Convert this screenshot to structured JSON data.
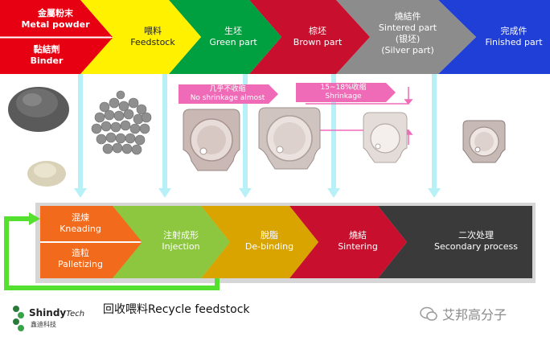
{
  "stages": {
    "metal_powder": {
      "zh": "金屬粉末",
      "en": "Metal powder"
    },
    "binder": {
      "zh": "黏結劑",
      "en": "Binder"
    },
    "feedstock": {
      "zh": "喂料",
      "en": "Feedstock"
    },
    "green_part": {
      "zh": "生坯",
      "en": "Green part"
    },
    "brown_part": {
      "zh": "棕坯",
      "en": "Brown part"
    },
    "sintered_part": {
      "zh": "燒結件",
      "en": "Sintered part",
      "alt_zh": "(银坯)",
      "alt_en": "(Silver part)"
    },
    "finished_part": {
      "zh": "完成件",
      "en": "Finished part"
    }
  },
  "shrinkage": {
    "no_shrink_zh": "几乎不收缩",
    "no_shrink_en": "No shrinkage almost",
    "shrink_pct": "15~18%收缩",
    "shrink_en": "Shrinkage"
  },
  "process": {
    "kneading": {
      "zh": "混煉",
      "en": "Kneading"
    },
    "palletizing": {
      "zh": "造粒",
      "en": "Palletizing"
    },
    "injection": {
      "zh": "注射成形",
      "en": "Injection"
    },
    "debinding": {
      "zh": "脫脂",
      "en": "De-binding"
    },
    "sintering": {
      "zh": "燒結",
      "en": "Sintering"
    },
    "secondary": {
      "zh": "二次处理",
      "en": "Secondary  process"
    }
  },
  "recycle_label": "回收喂料Recycle feedstock",
  "logo": {
    "name": "Shindy",
    "suffix": "Tech",
    "sub": "鑫迪科技"
  },
  "watermark": "艾邦高分子",
  "colors": {
    "red": "#e60012",
    "yellow": "#fff100",
    "green": "#00a040",
    "darkred": "#c8102e",
    "gray": "#8c8c8c",
    "blue": "#1f3fd6",
    "orange": "#f26b1d",
    "lightgreen": "#8dc63f",
    "gold": "#d9a400",
    "black": "#3a3a3a",
    "cyan": "#b8f0f8",
    "pink": "#f06bb7",
    "recycle": "#55e030"
  }
}
